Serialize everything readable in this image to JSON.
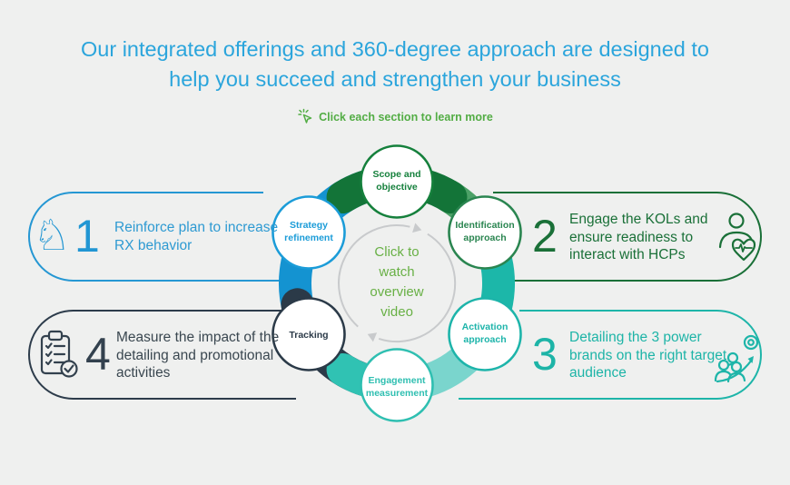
{
  "title": {
    "line1": "Our integrated offerings and 360-degree approach are designed to",
    "line2": "help you succeed and strengthen your business"
  },
  "subtitle": {
    "label": "Click each section to learn more",
    "icon": "click-cursor-icon"
  },
  "center": {
    "line1": "Click to",
    "line2": "watch",
    "line3": "overview",
    "line4": "video"
  },
  "nodes": {
    "scope": {
      "line1": "Scope and",
      "line2": "objective"
    },
    "identification": {
      "line1": "Identification",
      "line2": "approach"
    },
    "activation": {
      "line1": "Activation",
      "line2": "approach"
    },
    "engagement": {
      "line1": "Engagement",
      "line2": "measurement"
    },
    "tracking": {
      "line1": "Tracking",
      "line2": ""
    },
    "strategy": {
      "line1": "Strategy",
      "line2": "refinement"
    }
  },
  "callouts": {
    "c1": {
      "number": "1",
      "text": "Reinforce plan to increase RX behavior",
      "icon": "chess-knight-icon"
    },
    "c2": {
      "number": "2",
      "text": "Engage the KOLs and ensure readiness to interact with HCPs",
      "icon": "hcp-heart-icon"
    },
    "c3": {
      "number": "3",
      "text": "Detailing the 3 power brands on the right target audience",
      "icon": "audience-target-icon"
    },
    "c4": {
      "number": "4",
      "text": "Measure the impact of the detailing and promotional activities",
      "icon": "checklist-icon"
    }
  },
  "icons": {
    "knight_glyph": "♘"
  },
  "palette": {
    "title_blue": "#2ba5dc",
    "subtitle_green": "#53ad45",
    "center_green": "#68b045",
    "blue": "#1493d1",
    "dark_green": "#137438",
    "medium_green": "#4ca167",
    "teal": "#1cb7a9",
    "light_teal": "#7ad5cd",
    "teal_bright": "#30c2b3",
    "charcoal": "#2b3a48",
    "background": "#eff0ef"
  }
}
